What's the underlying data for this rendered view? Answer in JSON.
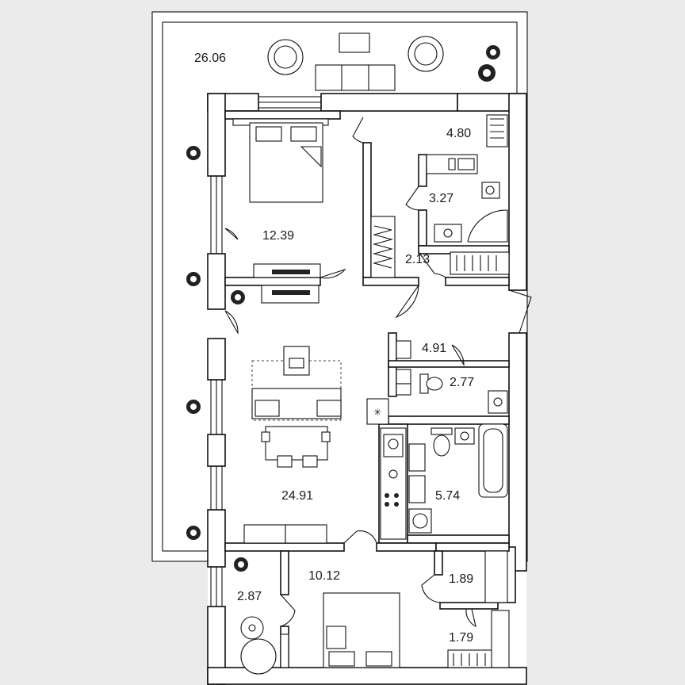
{
  "plan": {
    "background_color": "#ebebeb",
    "line_color": "#111111",
    "rooms": [
      {
        "id": "terrace",
        "area": "26.06"
      },
      {
        "id": "bedroom-1",
        "area": "12.39"
      },
      {
        "id": "hall-top",
        "area": "4.80"
      },
      {
        "id": "bathroom-top",
        "area": "3.27"
      },
      {
        "id": "closet-top",
        "area": "2.13"
      },
      {
        "id": "corridor",
        "area": "4.91"
      },
      {
        "id": "wc",
        "area": "2.77"
      },
      {
        "id": "living-kitchen",
        "area": "24.91"
      },
      {
        "id": "bathroom-main",
        "area": "5.74"
      },
      {
        "id": "bedroom-2",
        "area": "10.12"
      },
      {
        "id": "balcony",
        "area": "2.87"
      },
      {
        "id": "closet-mid",
        "area": "1.89"
      },
      {
        "id": "closet-bottom",
        "area": "1.79"
      }
    ]
  }
}
